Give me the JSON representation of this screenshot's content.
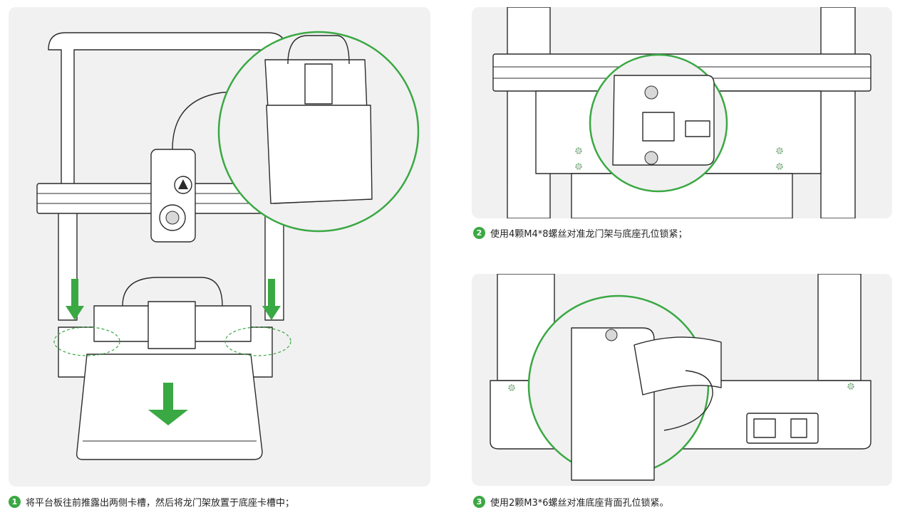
{
  "steps": [
    {
      "number": "1",
      "text": "将平台板往前推露出两侧卡槽，然后将龙门架放置于底座卡槽中；"
    },
    {
      "number": "2",
      "text": "使用4颗M4*8螺丝对准龙门架与底座孔位锁紧；"
    },
    {
      "number": "3",
      "text": "使用2颗M3*6螺丝对准底座背面孔位锁紧。"
    }
  ],
  "colors": {
    "accent_green": "#3aa843",
    "panel_bg": "#f1f1f1",
    "line": "#2b2b2b"
  },
  "icons": [
    "down-arrow-icon",
    "screw-icon",
    "zoom-circle-icon"
  ]
}
